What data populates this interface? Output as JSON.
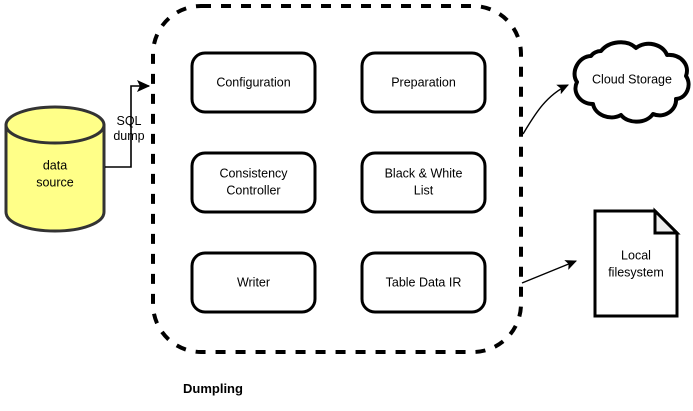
{
  "diagram": {
    "title": "Dumpling",
    "group": {
      "label": "Dumpling",
      "modules": [
        {
          "id": "configuration",
          "label": "Configuration",
          "lines": [
            "Configuration"
          ]
        },
        {
          "id": "preparation",
          "label": "Preparation",
          "lines": [
            "Preparation"
          ]
        },
        {
          "id": "consistency-controller",
          "label": "Consistency Controller",
          "lines": [
            "Consistency",
            "Controller"
          ]
        },
        {
          "id": "black-and-white-list",
          "label": "Black & White List",
          "lines": [
            "Black & White",
            "List"
          ]
        },
        {
          "id": "writer",
          "label": "Writer",
          "lines": [
            "Writer"
          ]
        },
        {
          "id": "table-data-ir",
          "label": "Table Data IR",
          "lines": [
            "Table Data IR"
          ]
        }
      ]
    },
    "nodes": [
      {
        "id": "data-source",
        "type": "cylinder",
        "lines": [
          "data",
          "source"
        ],
        "fill": "#ffff88",
        "stroke": "#333333"
      },
      {
        "id": "cloud-storage",
        "type": "cloud",
        "lines": [
          "Cloud Storage"
        ],
        "fill": "#ffffff",
        "stroke": "#000000"
      },
      {
        "id": "local-filesystem",
        "type": "document",
        "lines": [
          "Local",
          "filesystem"
        ],
        "fill": "#ffffff",
        "stroke": "#000000"
      }
    ],
    "edges": [
      {
        "id": "sql-dump",
        "from": "data-source",
        "to": "dumpling",
        "label_lines": [
          "SQL",
          "dump"
        ]
      },
      {
        "id": "dumpling-to-cloud",
        "from": "dumpling",
        "to": "cloud-storage",
        "label_lines": []
      },
      {
        "id": "dumpling-to-local",
        "from": "dumpling",
        "to": "local-filesystem",
        "label_lines": []
      }
    ],
    "colors": {
      "background": "#ffffff",
      "stroke": "#000000",
      "cylinder_fill": "#ffff88",
      "cylinder_stroke": "#333333",
      "document_fold": "#eeeeee"
    }
  }
}
